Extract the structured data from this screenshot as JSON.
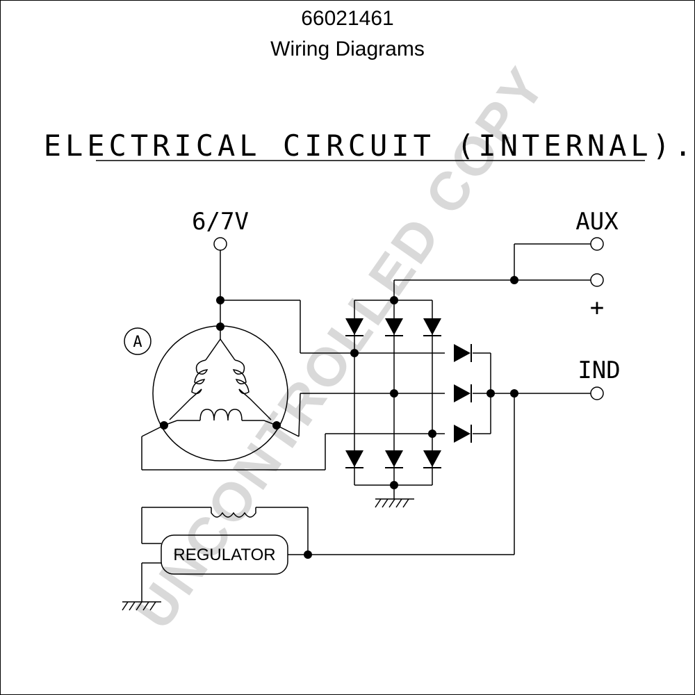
{
  "header": {
    "part_number": "66021461",
    "subtitle": "Wiring Diagrams"
  },
  "diagram": {
    "heading": "ELECTRICAL CIRCUIT (INTERNAL).",
    "labels": {
      "terminal_6_7v": "6/7V",
      "terminal_aux": "AUX",
      "terminal_plus": "+",
      "terminal_ind": "IND",
      "regulator": "REGULATOR",
      "stator_marker": "A"
    }
  },
  "watermark": "UNCONTROLLED COPY"
}
